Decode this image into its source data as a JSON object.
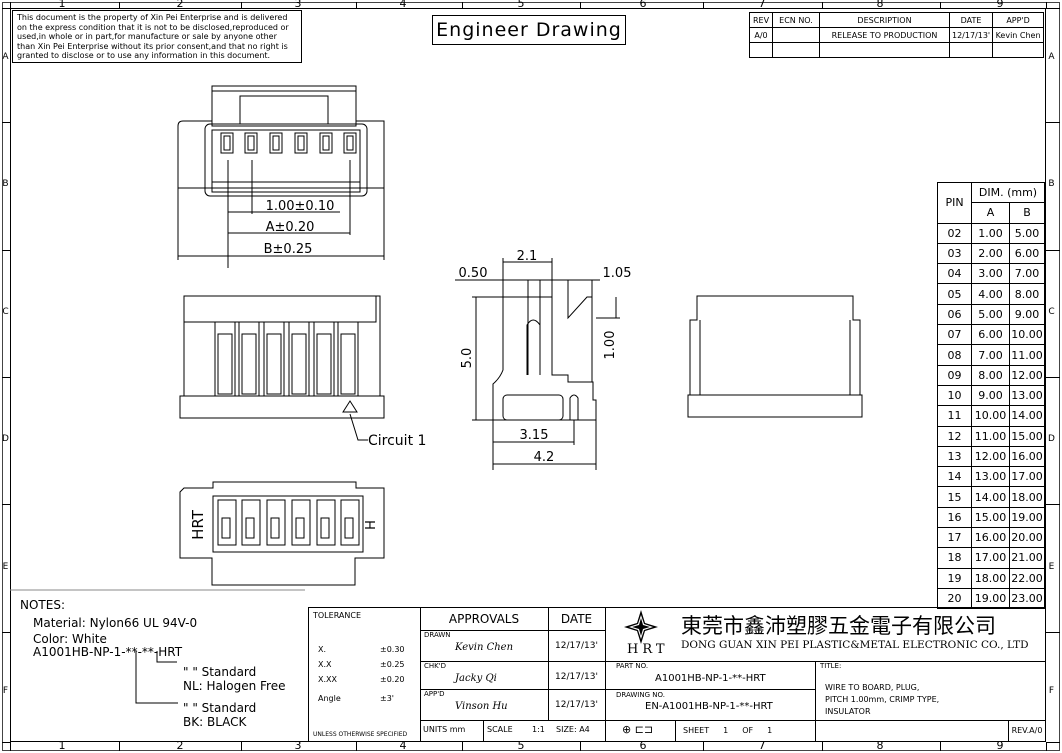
{
  "zones": {
    "columns": [
      "1",
      "2",
      "3",
      "4",
      "5",
      "6",
      "7",
      "8",
      "9"
    ],
    "rows": [
      "A",
      "B",
      "C",
      "D",
      "E",
      "F"
    ]
  },
  "disclaimer": [
    "This document is the property of Xin Pei Enterprise and is delivered",
    "on the express condition that it is not to be disclosed,reproduced or",
    "used,in whole or in part,for manufacture or sale by anyone other",
    "than Xin Pei Enterprise without its prior consent,and that no right is",
    "granted to disclose or to use any information in this document."
  ],
  "header_title": "Engineer Drawing",
  "revision": {
    "headers": [
      "REV",
      "ECN NO.",
      "DESCRIPTION",
      "DATE",
      "APP'D"
    ],
    "rows": [
      [
        "A/0",
        "",
        "RELEASE TO PRODUCTION",
        "12/17/13'",
        "Kevin Chen"
      ]
    ]
  },
  "dims": {
    "pitch": "1.00±0.10",
    "a": "A±0.20",
    "b": "B±0.25",
    "d21": "2.1",
    "d050": "0.50",
    "d105": "1.05",
    "d50": "5.0",
    "d100": "1.00",
    "d315": "3.15",
    "d42": "4.2",
    "circuit": "Circuit 1",
    "hrt": "HRT",
    "h": "H"
  },
  "pin_table": {
    "pin_header": "PIN",
    "dim_header": "DIM. (mm)",
    "col_a": "A",
    "col_b": "B",
    "rows": [
      [
        "02",
        "1.00",
        "5.00"
      ],
      [
        "03",
        "2.00",
        "6.00"
      ],
      [
        "04",
        "3.00",
        "7.00"
      ],
      [
        "05",
        "4.00",
        "8.00"
      ],
      [
        "06",
        "5.00",
        "9.00"
      ],
      [
        "07",
        "6.00",
        "10.00"
      ],
      [
        "08",
        "7.00",
        "11.00"
      ],
      [
        "09",
        "8.00",
        "12.00"
      ],
      [
        "10",
        "9.00",
        "13.00"
      ],
      [
        "11",
        "10.00",
        "14.00"
      ],
      [
        "12",
        "11.00",
        "15.00"
      ],
      [
        "13",
        "12.00",
        "16.00"
      ],
      [
        "14",
        "13.00",
        "17.00"
      ],
      [
        "15",
        "14.00",
        "18.00"
      ],
      [
        "16",
        "15.00",
        "19.00"
      ],
      [
        "17",
        "16.00",
        "20.00"
      ],
      [
        "18",
        "17.00",
        "21.00"
      ],
      [
        "19",
        "18.00",
        "22.00"
      ],
      [
        "20",
        "19.00",
        "23.00"
      ]
    ]
  },
  "notes": {
    "title": "NOTES:",
    "material": "Material: Nylon66 UL 94V-0",
    "color": "Color: White",
    "part": "A1001HB-NP-1-**-**-HRT",
    "opt1a": "\"    \" Standard",
    "opt1b": "NL: Halogen Free",
    "opt2a": "\"    \" Standard",
    "opt2b": "BK: BLACK"
  },
  "tolerance": {
    "title": "TOLERANCE",
    "rows": [
      [
        "X.",
        "±0.30"
      ],
      [
        "X.X",
        "±0.25"
      ],
      [
        "X.XX",
        "±0.20"
      ],
      [
        "Angle",
        "±3'"
      ]
    ],
    "footer": "UNLESS OTHERWISE SPECIFIED"
  },
  "approvals": {
    "title": "APPROVALS",
    "date_title": "DATE",
    "rows": [
      {
        "role": "DRAWN",
        "name": "Kevin Chen",
        "date": "12/17/13'"
      },
      {
        "role": "CHK'D",
        "name": "Jacky Qi",
        "date": "12/17/13'"
      },
      {
        "role": "APP'D",
        "name": "Vinson Hu",
        "date": "12/17/13'"
      }
    ],
    "units": "UNITS mm",
    "scale_label": "SCALE",
    "scale": "1:1",
    "size": "SIZE: A4"
  },
  "company": {
    "logo": "HRT",
    "name_cn": "東莞市鑫沛塑膠五金電子有限公司",
    "name_en": "DONG GUAN XIN PEI PLASTIC&METAL ELECTRONIC CO., LTD"
  },
  "part_no": {
    "label": "PART NO.",
    "value": "A1001HB-NP-1-**-HRT"
  },
  "drawing_no": {
    "label": "DRAWING NO.",
    "value": "EN-A1001HB-NP-1-**-HRT"
  },
  "sheet": {
    "label": "SHEET",
    "num": "1",
    "of": "OF",
    "total": "1"
  },
  "title": {
    "label": "TITLE:",
    "lines": [
      "WIRE TO BOARD, PLUG,",
      "PITCH 1.00mm, CRIMP TYPE,",
      "INSULATOR"
    ]
  },
  "rev": "REV.A/0"
}
